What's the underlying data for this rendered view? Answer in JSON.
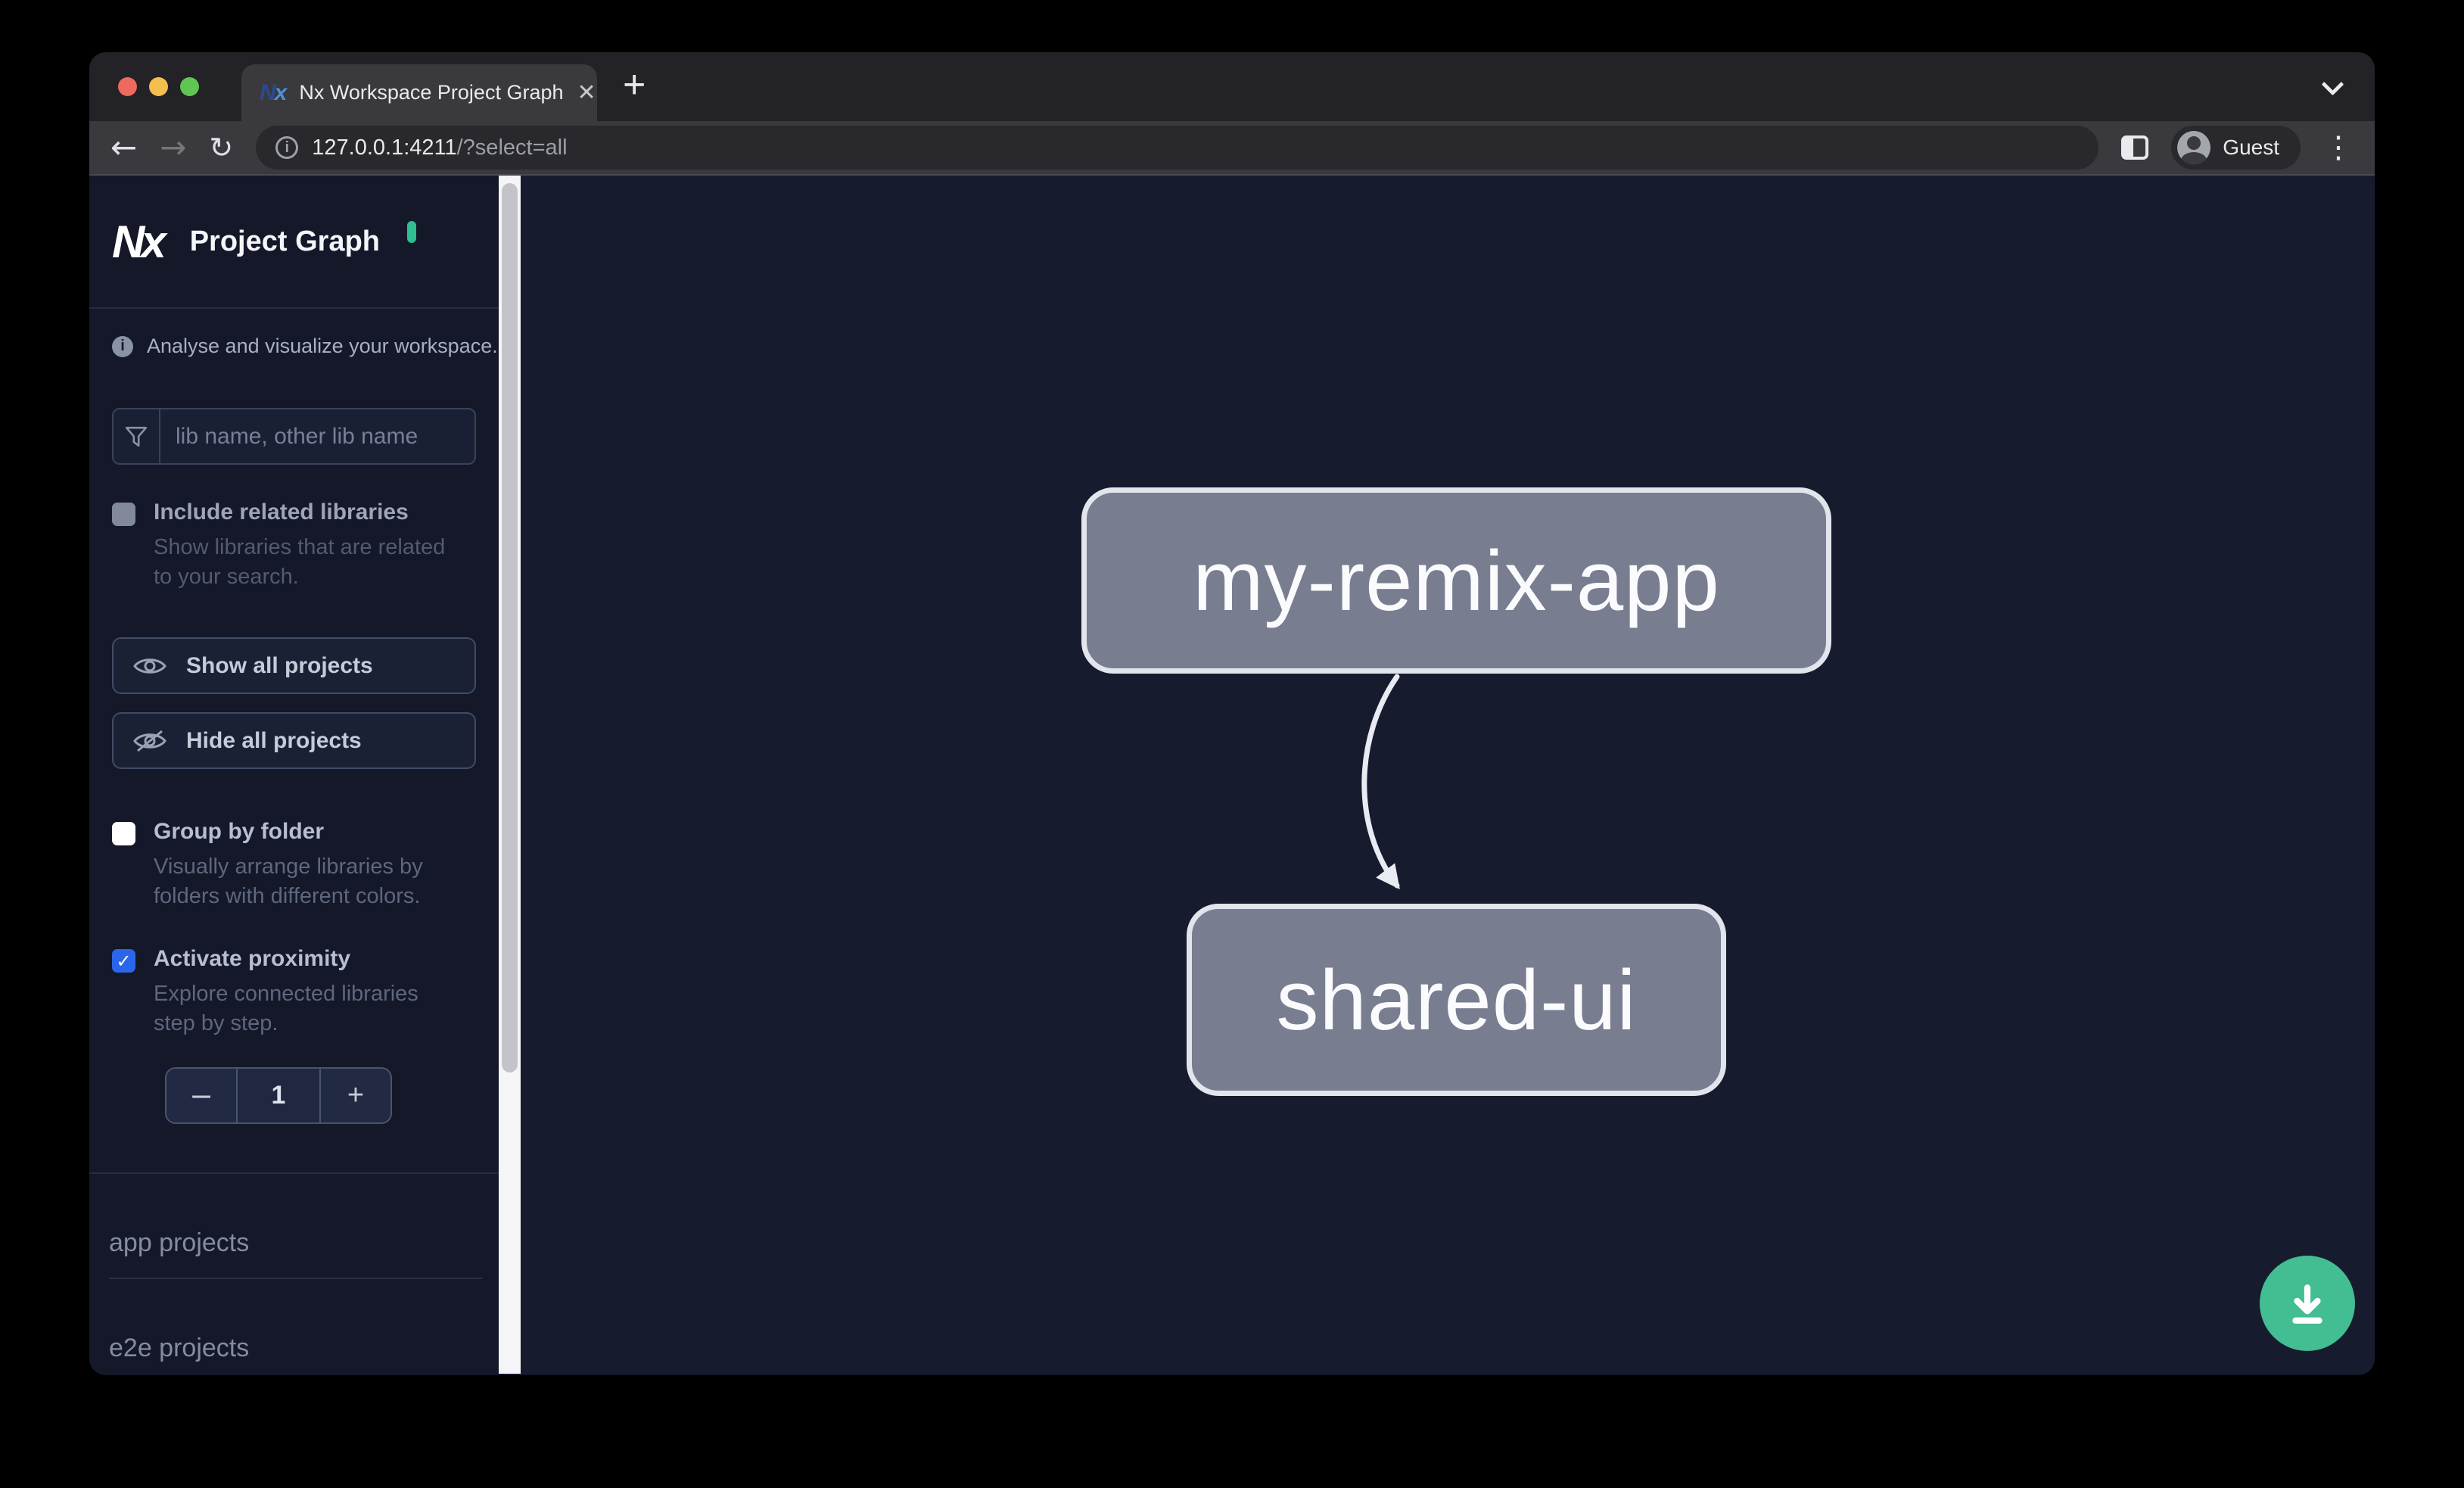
{
  "browser": {
    "tab_title": "Nx Workspace Project Graph",
    "favicon_n": "N",
    "favicon_x": "x",
    "close_tab": "✕",
    "new_tab": "+",
    "back": "←",
    "forward": "→",
    "reload": "↻",
    "kebab": "⋮",
    "url": {
      "host": "127.0.0.1:4211",
      "path": "/?select=all"
    },
    "profile_label": "Guest"
  },
  "sidebar": {
    "logo_text": "Nx",
    "title": "Project Graph",
    "info_glyph": "i",
    "tagline": "Analyse and visualize your workspace.",
    "filter_placeholder": "lib name, other lib name",
    "options": [
      {
        "label": "Include related libraries",
        "description": "Show libraries that are related to your search.",
        "checked": false
      },
      {
        "label": "Group by folder",
        "description": "Visually arrange libraries by folders with different colors.",
        "checked": false
      },
      {
        "label": "Activate proximity",
        "description": "Explore connected libraries step by step.",
        "checked": true
      }
    ],
    "check_glyph": "✓",
    "actions": [
      {
        "label": "Show all projects"
      },
      {
        "label": "Hide all projects"
      }
    ],
    "stepper": {
      "decrement": "−",
      "value": "1",
      "increment": "+"
    },
    "sections": [
      "app projects",
      "e2e projects"
    ]
  },
  "graph": {
    "type": "project-dependency-graph",
    "nodes": [
      {
        "id": "my-remix-app"
      },
      {
        "id": "shared-ui"
      }
    ],
    "edges": [
      {
        "source": "my-remix-app",
        "target": "shared-ui"
      }
    ]
  },
  "colors": {
    "accent_teal": "#2EBE8F",
    "fab_green": "#43BD92",
    "checkbox_blue": "#2B66EA",
    "node_fill": "#787D90",
    "node_border": "#E3E5ED",
    "sidebar_bg": "#141828",
    "canvas_bg": "#161B2E"
  }
}
